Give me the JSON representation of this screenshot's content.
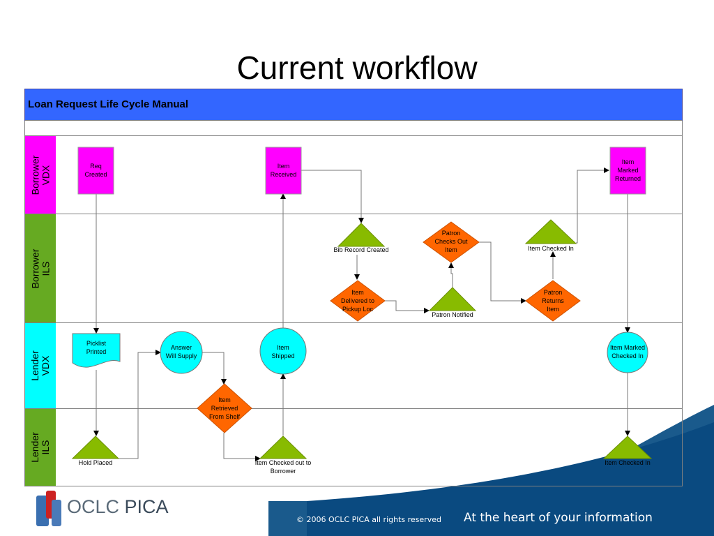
{
  "slide": {
    "title": "Current workflow"
  },
  "diagram": {
    "header": "Loan Request Life Cycle Manual",
    "lanes": [
      {
        "label": "Borrower\nVDX",
        "color": "#ff00ff"
      },
      {
        "label": "Borrower\nILS",
        "color": "#66aa22"
      },
      {
        "label": "Lender\nVDX",
        "color": "#00ffff"
      },
      {
        "label": "Lender\nILS",
        "color": "#66aa22"
      }
    ],
    "nodes": {
      "req_created": "Req\nCreated",
      "item_received": "Item\nReceived",
      "item_marked_returned": "Item\nMarked\nReturned",
      "bib_record_created": "Bib Record Created",
      "patron_checks_out": "Patron\nChecks Out\nItem",
      "item_checked_in_borrower": "Item Checked In",
      "item_delivered": "Item\nDelivered to\nPickup Loc",
      "patron_notified": "Patron Notified",
      "patron_returns": "Patron\nReturns\nItem",
      "picklist_printed": "Picklist\nPrinted",
      "answer_will_supply": "Answer\nWill Supply",
      "item_shipped": "Item\nShipped",
      "item_marked_checked_in": "Item Marked\nChecked In",
      "item_retrieved": "Item\nRetrieved\nFrom Shelf",
      "hold_placed": "Hold Placed",
      "item_checked_out": "Item Checked out to\nBorrower",
      "item_checked_in_lender": "Item Checked In"
    },
    "colors": {
      "magenta": "#ff00ff",
      "green": "#88bb00",
      "cyan": "#00ffff",
      "orange": "#ff6600",
      "header": "#3366ff"
    }
  },
  "footer": {
    "copyright": "© 2006 OCLC PICA all rights reserved",
    "tagline": "At the heart of your information",
    "logo_text": "OCLC",
    "logo_text_2": "PICA"
  }
}
